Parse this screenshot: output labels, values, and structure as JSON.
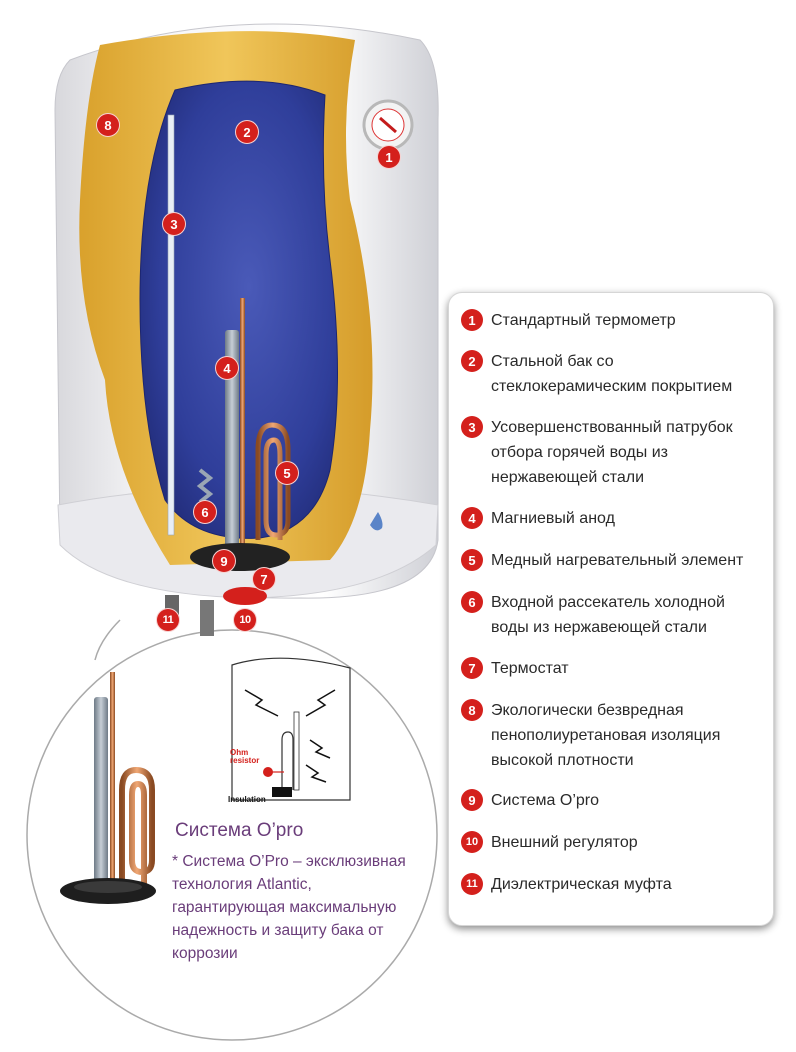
{
  "legend": {
    "items": [
      {
        "number": "1",
        "text": "Стандартный термометр"
      },
      {
        "number": "2",
        "text": "Стальной бак со стеклокерамическим покрытием"
      },
      {
        "number": "3",
        "text": "Усовершенствованный патрубок отбора горячей воды из нержавеющей стали"
      },
      {
        "number": "4",
        "text": "Магниевый анод"
      },
      {
        "number": "5",
        "text": "Медный нагревательный элемент"
      },
      {
        "number": "6",
        "text": "Входной рассекатель холодной воды из нержавеющей стали"
      },
      {
        "number": "7",
        "text": "Термостат"
      },
      {
        "number": "8",
        "text": "Экологически безвредная пенополиуретановая изоляция высокой плотности"
      },
      {
        "number": "9",
        "text": "Система O’pro"
      },
      {
        "number": "10",
        "text": "Внешний регулятор"
      },
      {
        "number": "11",
        "text": "Диэлектрическая муфта"
      }
    ]
  },
  "callouts": [
    "1",
    "2",
    "3",
    "4",
    "5",
    "6",
    "7",
    "8",
    "9",
    "10",
    "11"
  ],
  "opro": {
    "title": "Система O’pro",
    "description": "* Система O’Pro – эксклюзивная технология Atlantic, гарантирующая максимальную надежность и защиту бака от коррозии"
  },
  "inset": {
    "ohm_label_1": "Ohm",
    "ohm_label_2": "resistor",
    "insulation_label": "Insulation"
  },
  "colors": {
    "badge": "#d4201c",
    "tank_blue": "#2f3e9a",
    "insulation_yellow": "#e6b73c",
    "opro_text": "#6a3d7a",
    "copper": "#c8753e"
  }
}
